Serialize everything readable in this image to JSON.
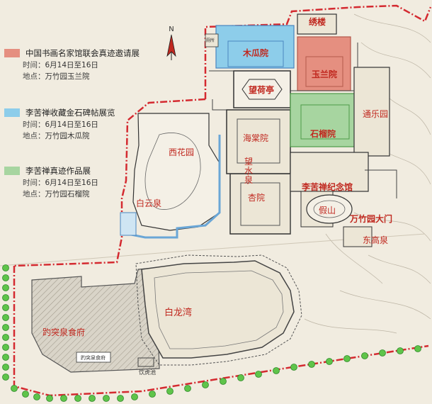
{
  "legend": [
    {
      "color": "#e58f80",
      "title": "中国书画名家馆联会真迹邀请展",
      "time_label": "时间：",
      "time": "6月14日至16日",
      "place_label": "地点：",
      "place": "万竹园玉兰院"
    },
    {
      "color": "#8dcdea",
      "title": "李苦禅收藏金石碑帖展览",
      "time_label": "时间：",
      "time": "6月14日至16日",
      "place_label": "地点：",
      "place": "万竹园木瓜院"
    },
    {
      "color": "#a7d5a0",
      "title": "李苦禅真迹作品展",
      "time_label": "时间：",
      "time": "6月14日至16日",
      "place_label": "地点：",
      "place": "万竹园石榴院"
    }
  ],
  "compass": {
    "letter": "N",
    "icon": "north-arrow-icon"
  },
  "labels": {
    "xiulou": "绣楼",
    "muguayuan": "木瓜院",
    "yulanyuan": "玉兰院",
    "yangheting": "望荷亭",
    "tongleyuan": "通乐园",
    "haitangyuan": "海棠院",
    "shiliuyuan": "石榴院",
    "xihuayuan": "西花园",
    "wangshuiquan": "望水泉",
    "xingyuan": "杏院",
    "jinianguan": "李苦禅纪念馆",
    "baiyunquan": "白云泉",
    "jiashan": "假山",
    "wanzhuyuan_gate": "万竹园大门",
    "donggaoquan": "东高泉",
    "bailongwan": "白龙湾",
    "baotuquan_restaurant": "趵突泉食府",
    "restaurant_sign": "趵突泉食府",
    "yinhuchi": "饮虎池",
    "small_building": "厕所"
  },
  "colors": {
    "red_highlight": "#e58f80",
    "blue_highlight": "#8dcdea",
    "green_highlight": "#a7d5a0",
    "boundary": "#d42a30",
    "label_red": "#c0281f"
  }
}
